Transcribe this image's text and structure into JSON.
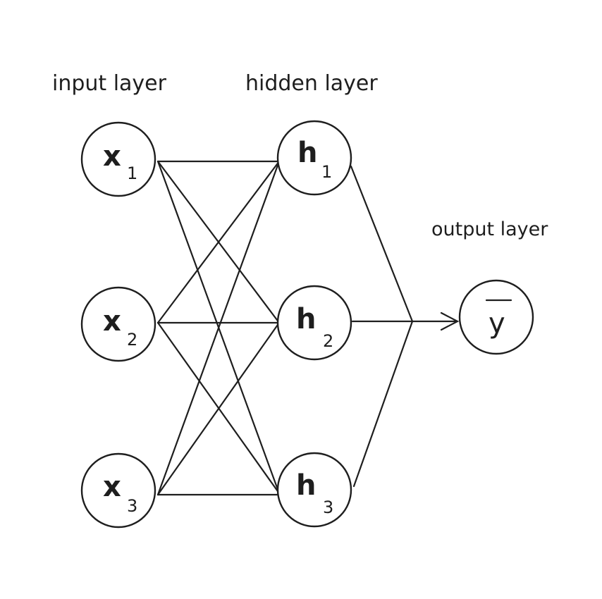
{
  "labels": {
    "input_layer": "input layer",
    "hidden_layer": "hidden layer",
    "output_layer": "output layer"
  },
  "input_nodes": [
    {
      "symbol": "x",
      "subscript": "1"
    },
    {
      "symbol": "x",
      "subscript": "2"
    },
    {
      "symbol": "x",
      "subscript": "3"
    }
  ],
  "hidden_nodes": [
    {
      "symbol": "h",
      "subscript": "1"
    },
    {
      "symbol": "h",
      "subscript": "2"
    },
    {
      "symbol": "h",
      "subscript": "3"
    }
  ],
  "output_node": {
    "symbol": "y"
  },
  "colors": {
    "stroke": "#1e1e1e",
    "background": "#ffffff"
  }
}
